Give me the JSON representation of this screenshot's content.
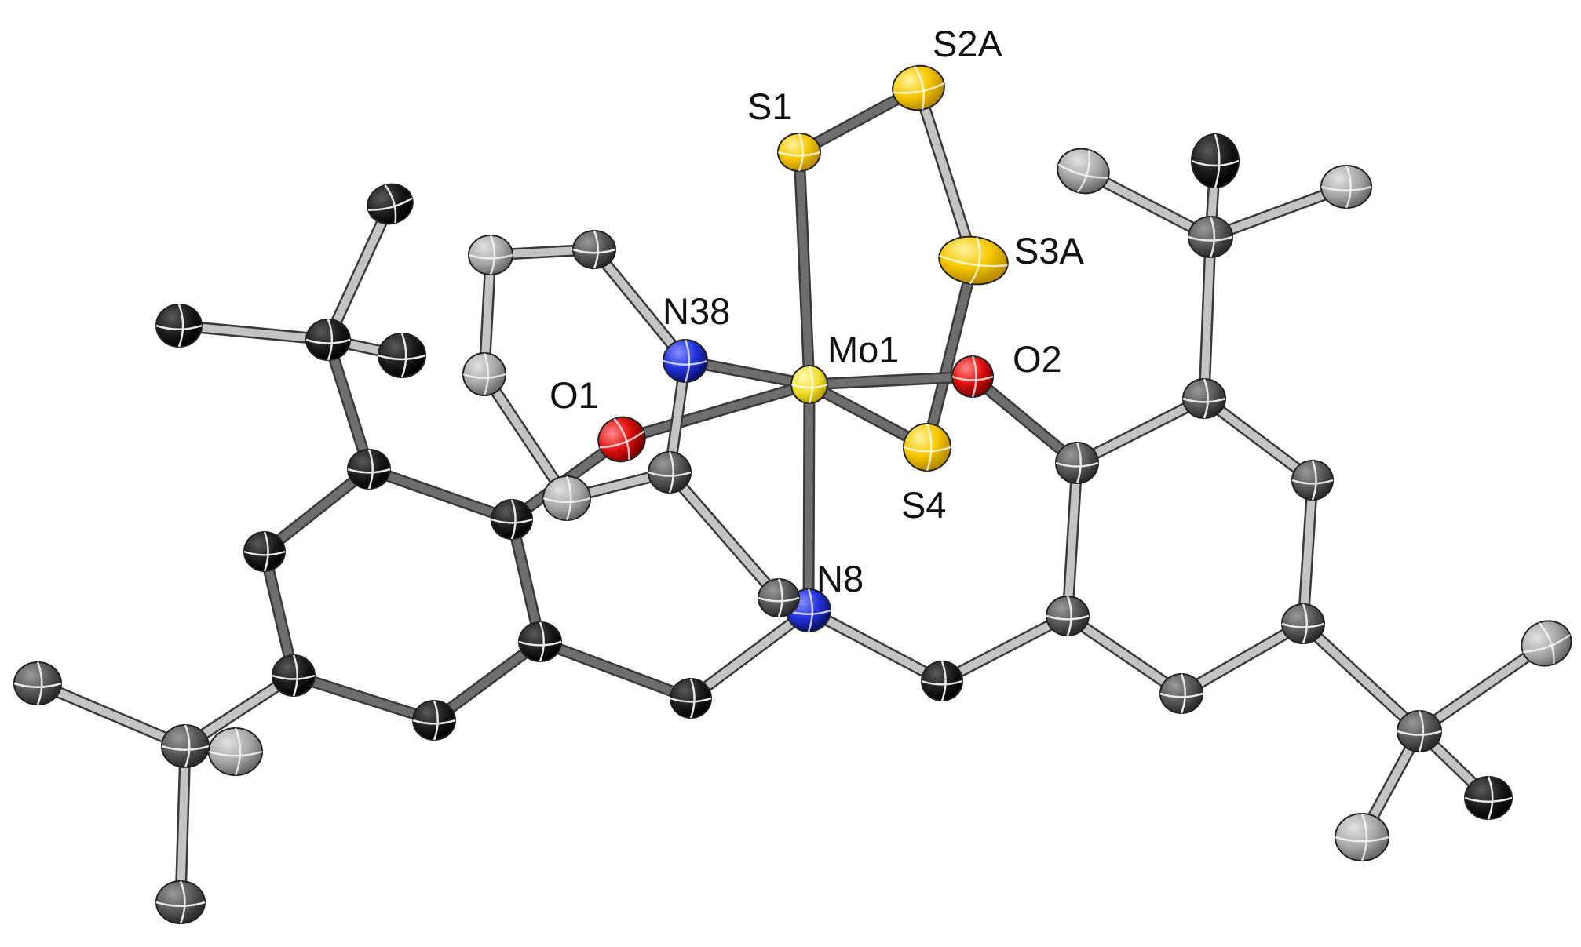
{
  "figure": {
    "labels": [
      {
        "id": "S2A",
        "text": "S2A"
      },
      {
        "id": "S1",
        "text": "S1"
      },
      {
        "id": "S3A",
        "text": "S3A"
      },
      {
        "id": "N38",
        "text": "N38"
      },
      {
        "id": "Mo1",
        "text": "Mo1"
      },
      {
        "id": "O2",
        "text": "O2"
      },
      {
        "id": "O1",
        "text": "O1"
      },
      {
        "id": "S4",
        "text": "S4"
      },
      {
        "id": "N8",
        "text": "N8"
      }
    ]
  },
  "colors": {
    "molybdenum": "#f2e030",
    "sulfur": "#f5c800",
    "nitrogen": "#2233dd",
    "oxygen": "#e01010",
    "carbon_dark": "#1a1a1a",
    "carbon_mid": "#555555",
    "carbon_light": "#a8a8a8",
    "bond_dark": "#6e6e6e",
    "bond_light": "#c4c4c4",
    "background": "#ffffff"
  }
}
